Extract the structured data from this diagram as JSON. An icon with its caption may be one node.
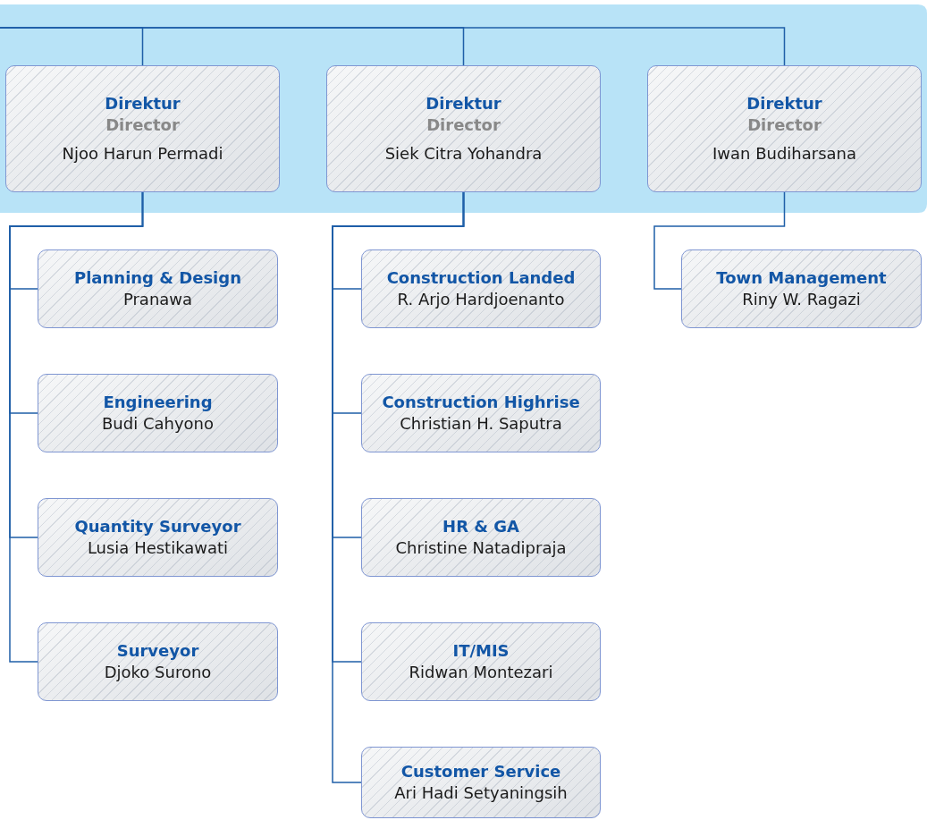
{
  "diagram": {
    "nodes": [
      {
        "text": [
          "Direktur",
          "Director",
          "Njoo Harun Permadi"
        ]
      },
      {
        "text": [
          "Direktur",
          "Director",
          "Siek Citra Yohandra"
        ]
      },
      {
        "text": [
          "Direktur",
          "Director",
          "Iwan Budiharsana"
        ]
      },
      {
        "text": [
          "Planning & Design",
          "Pranawa"
        ]
      },
      {
        "text": [
          "Engineering",
          "Budi Cahyono"
        ]
      },
      {
        "text": [
          "Quantity Surveyor",
          "Lusia Hestikawati"
        ]
      },
      {
        "text": [
          "Surveyor",
          "Djoko Surono"
        ]
      },
      {
        "text": [
          "Construction Landed",
          "R. Arjo Hardjoenanto"
        ]
      },
      {
        "text": [
          "Construction Highrise",
          "Christian H. Saputra"
        ]
      },
      {
        "text": [
          "HR & GA",
          "Christine Natadipraja"
        ]
      },
      {
        "text": [
          "IT/MIS",
          "Ridwan Montezari"
        ]
      },
      {
        "text": [
          "Customer Service",
          "Ari Hadi Setyaningsih"
        ]
      },
      {
        "text": [
          "Town Management",
          "Riny W. Ragazi"
        ]
      }
    ],
    "edges": [
      {
        "from": null,
        "to": 0,
        "arrow": "none"
      },
      {
        "from": null,
        "to": 1,
        "arrow": "none"
      },
      {
        "from": null,
        "to": 2,
        "arrow": "none"
      },
      {
        "from": 0,
        "to": 3,
        "arrow": "none"
      },
      {
        "from": 0,
        "to": 4,
        "arrow": "none"
      },
      {
        "from": 0,
        "to": 5,
        "arrow": "none"
      },
      {
        "from": 0,
        "to": 6,
        "arrow": "none"
      },
      {
        "from": 1,
        "to": 7,
        "arrow": "none"
      },
      {
        "from": 1,
        "to": 8,
        "arrow": "none"
      },
      {
        "from": 1,
        "to": 9,
        "arrow": "none"
      },
      {
        "from": 1,
        "to": 10,
        "arrow": "none"
      },
      {
        "from": 1,
        "to": 11,
        "arrow": "none"
      },
      {
        "from": 2,
        "to": 12,
        "arrow": "none"
      }
    ]
  }
}
